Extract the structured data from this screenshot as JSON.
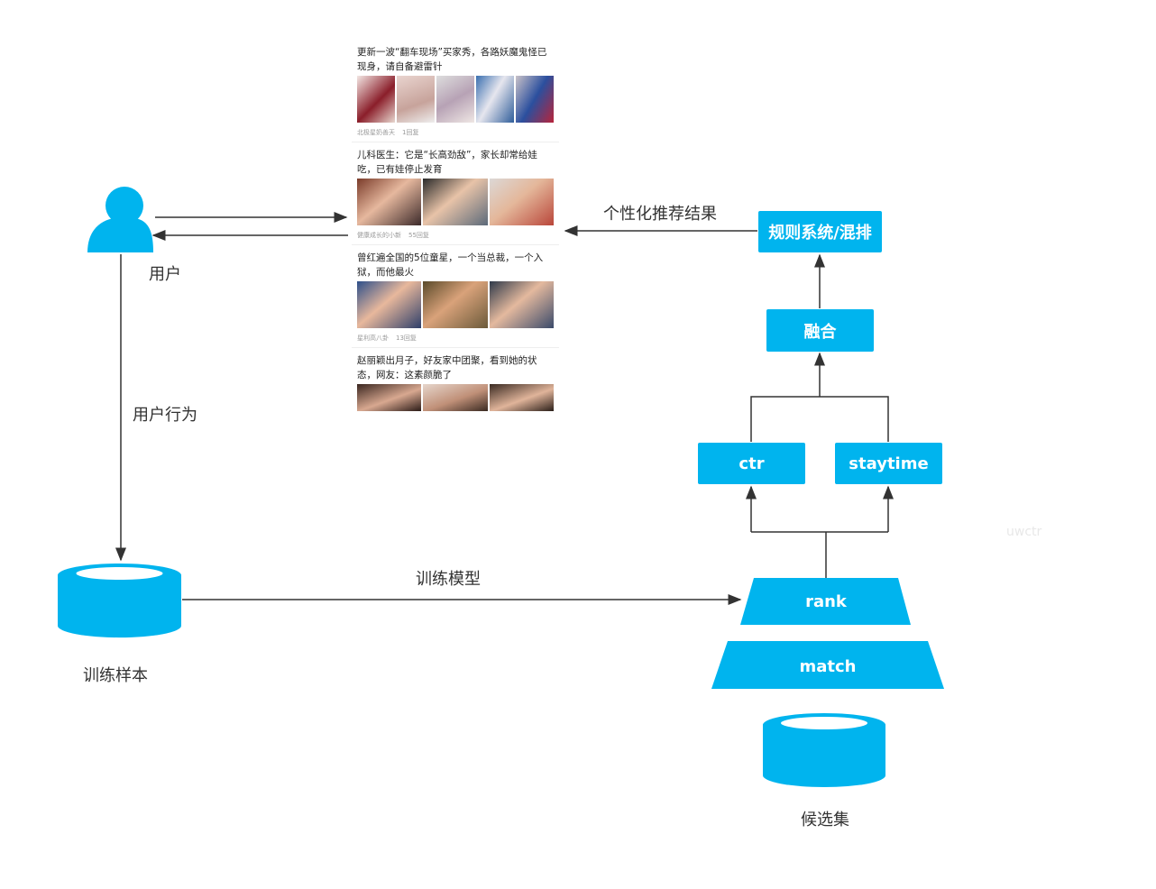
{
  "labels": {
    "user": "用户",
    "user_behavior": "用户行为",
    "train_samples": "训练样本",
    "train_model": "训练模型",
    "personalized_result": "个性化推荐结果",
    "candidate_set": "候选集"
  },
  "boxes": {
    "rules_mix": "规则系统/混排",
    "fusion": "融合",
    "ctr": "ctr",
    "staytime": "staytime",
    "rank": "rank",
    "match": "match"
  },
  "feed": {
    "items": [
      {
        "title": "更新一波“翻车现场”买家秀，各路妖魔鬼怪已现身，请自备避雷针",
        "source": "北极星奶善天",
        "comments": "1回复"
      },
      {
        "title": "儿科医生：它是“长高劲敌”，家长却常给娃吃，已有娃停止发育",
        "source": "健康成长的小新",
        "comments": "55回复"
      },
      {
        "title": "曾红遍全国的5位童星，一个当总裁，一个入狱，而他最火",
        "source": "星利高八卦",
        "comments": "13回复"
      },
      {
        "title": "赵丽颖出月子，好友家中团聚，看到她的状态，网友：这素颜脆了",
        "source": "",
        "comments": ""
      }
    ]
  },
  "watermark": "uwctr",
  "colors": {
    "accent": "#00b4ee",
    "line": "#333333"
  }
}
